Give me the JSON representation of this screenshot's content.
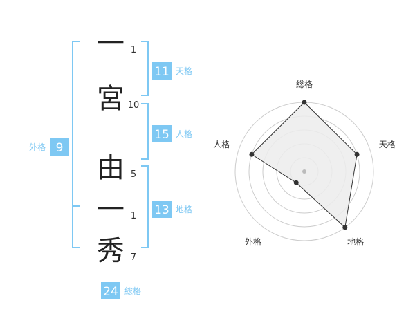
{
  "name": {
    "chars": [
      {
        "char": "一",
        "strokes": "1"
      },
      {
        "char": "宮",
        "strokes": "10"
      },
      {
        "char": "由",
        "strokes": "5"
      },
      {
        "char": "一",
        "strokes": "1"
      },
      {
        "char": "秀",
        "strokes": "7"
      }
    ]
  },
  "fortunes": {
    "tenkaku": {
      "value": "11",
      "label": "天格"
    },
    "jinkaku": {
      "value": "15",
      "label": "人格"
    },
    "chikaku": {
      "value": "13",
      "label": "地格"
    },
    "gaikaku": {
      "value": "9",
      "label": "外格"
    },
    "soukaku": {
      "value": "24",
      "label": "総格"
    }
  },
  "chart_data": {
    "type": "radar",
    "axes": [
      "総格",
      "天格",
      "地格",
      "外格",
      "人格"
    ],
    "values": [
      5,
      4,
      5,
      1,
      4
    ],
    "rmax": 5,
    "rings": 5
  },
  "colors": {
    "accent": "#7ec8f3",
    "polygon_fill": "#ececec",
    "polygon_stroke": "#333333",
    "ring": "#cccccc"
  }
}
